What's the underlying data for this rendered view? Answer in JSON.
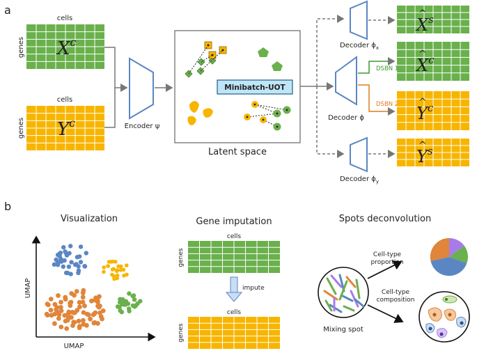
{
  "panel_a": {
    "label": "a",
    "x_matrix": {
      "top_label": "cells",
      "side_label": "genes",
      "symbol": "X",
      "sup": "c"
    },
    "y_matrix": {
      "top_label": "cells",
      "side_label": "genes",
      "symbol": "Y",
      "sup": "c"
    },
    "encoder_label": "Encoder ψ",
    "latent_label": "Latent space",
    "uot_label": "Minibatch-UOT",
    "decoder_x_label": "Decoder ϕ",
    "decoder_x_sub": "x",
    "decoder_label": "Decoder ϕ",
    "decoder_y_label": "Decoder ϕ",
    "decoder_y_sub": "y",
    "dsbn1": "DSBN 1",
    "dsbn2": "DSBN 2",
    "out_xs": {
      "symbol": "X",
      "sup": "s"
    },
    "out_xc": {
      "symbol": "X",
      "sup": "c"
    },
    "out_yc": {
      "symbol": "Y",
      "sup": "c"
    },
    "out_ys": {
      "symbol": "Y",
      "sup": "s"
    }
  },
  "panel_b": {
    "label": "b",
    "visualization": {
      "title": "Visualization",
      "xlabel": "UMAP",
      "ylabel": "UMAP"
    },
    "imputation": {
      "title": "Gene imputation",
      "top_label": "cells",
      "side_label": "genes",
      "arrow_label": "impute",
      "bottom_top_label": "cells",
      "bottom_side_label": "genes"
    },
    "deconvolution": {
      "title": "Spots deconvolution",
      "spot_label": "Mixing spot",
      "proportion_label_1": "Cell-type",
      "proportion_label_2": "proportion",
      "composition_label_1": "Cell-type",
      "composition_label_2": "composition"
    }
  },
  "colors": {
    "green": "#6ab04c",
    "yellow": "#f7b500",
    "blue": "#5a86c4",
    "orange": "#e0853a",
    "purple": "#a77ce8",
    "dsbn1": "#3c9a2e",
    "dsbn2": "#e07b1a"
  }
}
